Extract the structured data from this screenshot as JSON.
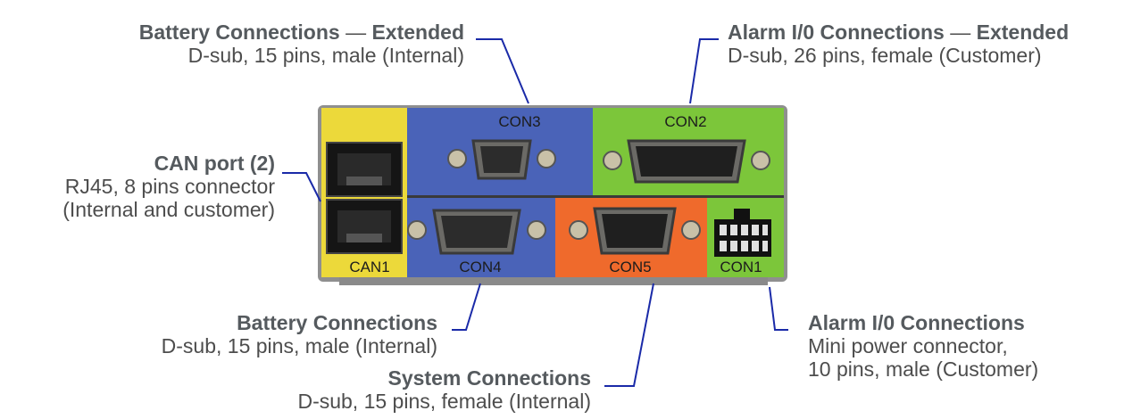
{
  "colors": {
    "text": "#4d4d4d",
    "title": "#555a5e",
    "leader": "#1a2aa8",
    "yellow": "#ecd93a",
    "blue": "#4a63b8",
    "green": "#7cc63a",
    "orange": "#ef6a2c",
    "chassis": "#9a9a9a"
  },
  "labels": {
    "battery_ext": {
      "title": "Battery Connections",
      "sep": " — ",
      "title2": "Extended",
      "desc": "D-sub, 15 pins, male (Internal)"
    },
    "alarm_ext": {
      "title": "Alarm I/0 Connections",
      "sep": " — ",
      "title2": "Extended",
      "desc": "D-sub, 26 pins, female (Customer)"
    },
    "can": {
      "title": "CAN port (2)",
      "desc1": "RJ45, 8 pins connector",
      "desc2": "(Internal and customer)"
    },
    "battery": {
      "title": "Battery Connections",
      "desc": "D-sub, 15 pins, male (Internal)"
    },
    "system": {
      "title": "System Connections",
      "desc": "D-sub, 15 pins, female (Internal)"
    },
    "alarm": {
      "title": "Alarm I/0 Connections",
      "desc1": "Mini power connector,",
      "desc2": "10 pins, male (Customer)"
    }
  },
  "ports": {
    "con3": "CON3",
    "con2": "CON2",
    "can1": "CAN1",
    "con4": "CON4",
    "con5": "CON5",
    "con1": "CON1"
  }
}
